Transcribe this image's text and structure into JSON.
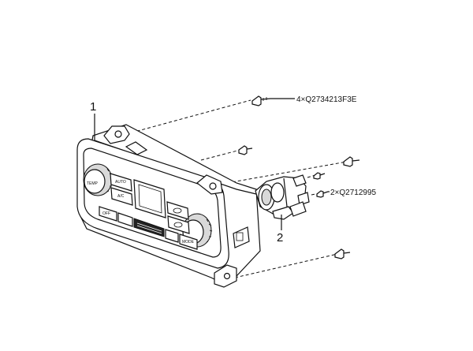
{
  "callouts": {
    "part1": "1",
    "part2": "2",
    "screw_top": "4×Q2734213F3E",
    "screw_right": "2×Q2712995"
  },
  "panel_labels": {
    "temp": "TEMP",
    "auto": "AUTO",
    "ac": "A/C",
    "off": "OFF",
    "mode": "MODE"
  }
}
